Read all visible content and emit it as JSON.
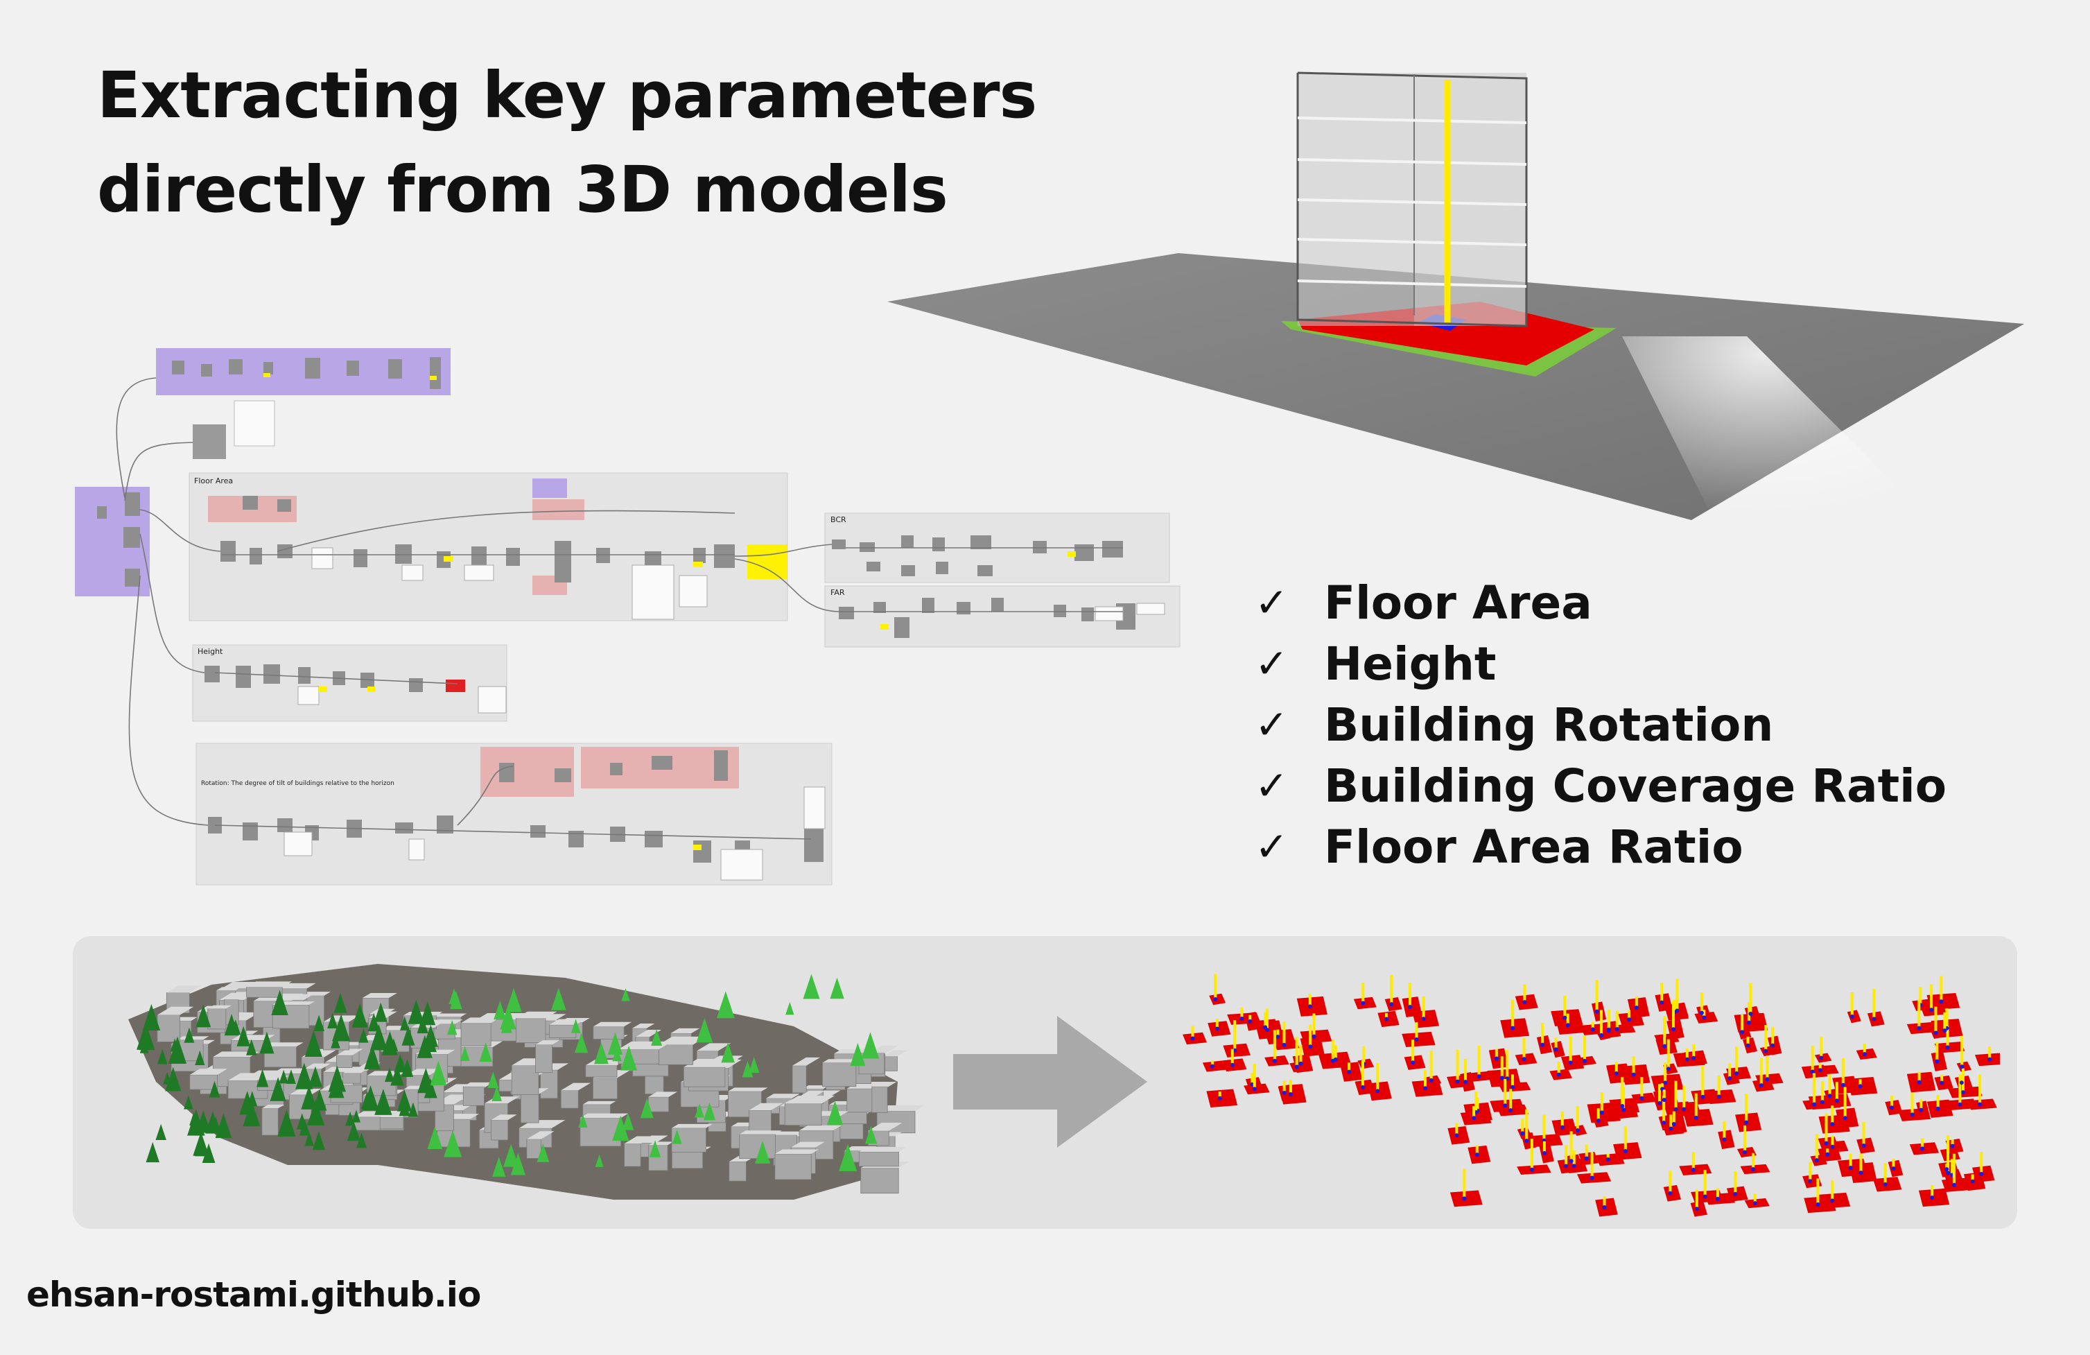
{
  "title": {
    "line1": "Extracting key parameters",
    "line2": "directly from 3D models"
  },
  "graph": {
    "groups": {
      "floor_area": "Floor Area",
      "bcr": "BCR",
      "far": "FAR",
      "height": "Height",
      "rotation": "Rotation: The degree of tilt of buildings relative to the horizon"
    }
  },
  "checklist": {
    "check_glyph": "✓",
    "items": [
      "Floor Area",
      "Height",
      "Building Rotation",
      "Building Coverage Ratio",
      "Floor Area Ratio"
    ]
  },
  "footer": {
    "url": "ehsan-rostami.github.io"
  },
  "colors": {
    "background": "#f1f1f1",
    "panel": "#e2e2e2",
    "building_footprint": "#e40000",
    "height_axis": "#ffea00",
    "site_border": "#7cc243",
    "node_group_purple": "#b9a6e6",
    "node_group_pink": "#e6b1b1",
    "trees": "#2a9a2a",
    "arrow": "#a9a9a9"
  }
}
